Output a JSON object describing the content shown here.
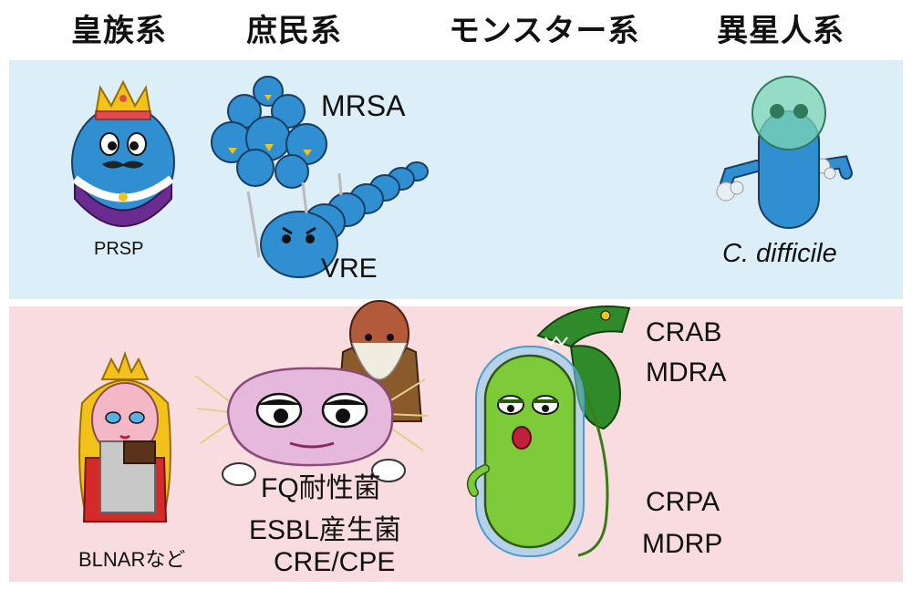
{
  "headers": [
    "皇族系",
    "庶民系",
    "モンスター系",
    "異星人系"
  ],
  "labels": {
    "prsp": "PRSP",
    "mrsa": "MRSA",
    "vre": "VRE",
    "cdiff": "C. difficile",
    "blnar": "BLNARなど",
    "fq": "FQ耐性菌",
    "esbl": "ESBL産生菌",
    "cre": "CRE/CPE",
    "crab": "CRAB",
    "mdra": "MDRA",
    "crpa": "CRPA",
    "mdrp": "MDRP"
  },
  "colors": {
    "top_band": "#dceef7",
    "bottom_band": "#f8dcdf",
    "blue_bacteria": "#2f8fd0",
    "green_bacteria": "#7ecb3a",
    "crocodile": "#2f8a2a",
    "crown": "#f2c21b",
    "royal_purple": "#6a2c91"
  },
  "icons": [
    "prsp-royal-bacterium",
    "mrsa-blue-bird-group",
    "vre-armored-caterpillar",
    "c-difficile-alien",
    "blnar-princess",
    "pink-ameba-bacterium",
    "old-monk-figure",
    "green-monster-bacterium",
    "crocodile-creature"
  ]
}
